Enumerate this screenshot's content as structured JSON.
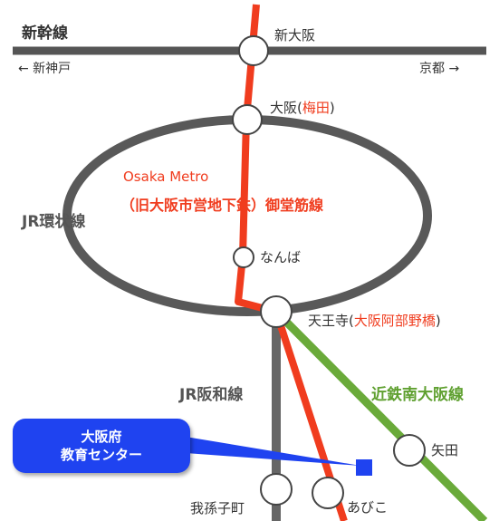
{
  "lines": {
    "shinkansen": {
      "name": "新幹線",
      "to_west": "← 新神戸",
      "to_east": "京都 →",
      "color": "#555555"
    },
    "loop": {
      "name": "JR環状線",
      "color": "#595959"
    },
    "hanwa": {
      "name": "JR阪和線",
      "color": "#666666"
    },
    "midosuji": {
      "name_line1": "Osaka Metro",
      "name_line2": "（旧大阪市営地下鉄）御堂筋線",
      "color": "#f03c1e"
    },
    "kintetsu": {
      "name": "近鉄南大阪線",
      "color": "#6aaa3a"
    }
  },
  "stations": {
    "shin_osaka": "新大阪",
    "osaka_prefix": "大阪(",
    "osaka_alt": "梅田",
    "osaka_suffix": ")",
    "namba": "なんば",
    "tennoji_prefix": "天王寺(",
    "tennoji_alt": "大阪阿部野橋",
    "tennoji_suffix": ")",
    "yata": "矢田",
    "abiko": "あびこ",
    "abikocho": "我孫子町"
  },
  "destination": {
    "line1": "大阪府",
    "line2": "教育センター",
    "marker_color": "#1f43f0"
  }
}
